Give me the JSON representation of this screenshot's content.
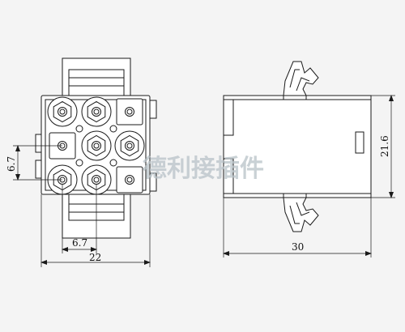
{
  "drawing": {
    "front_view": {
      "dim_width": "22",
      "dim_pitch_horizontal": "6.7",
      "dim_pitch_vertical": "6.7"
    },
    "side_view": {
      "dim_length": "30",
      "dim_height": "21.6"
    },
    "watermark": "德利接插件",
    "line_color": "#1a1a1a",
    "background_color": "#f4f4f4",
    "watermark_color": "#b8c2c8"
  }
}
